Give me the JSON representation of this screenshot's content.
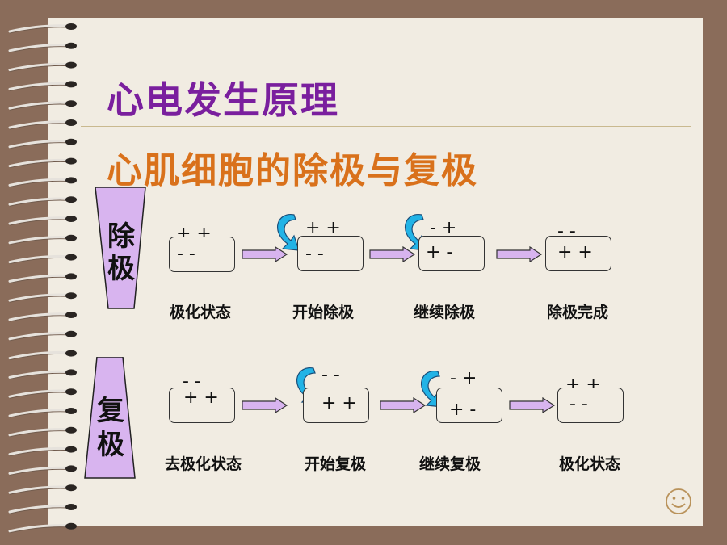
{
  "slide": {
    "title": "心电发生原理",
    "subtitle": "心肌细胞的除极与复极",
    "colors": {
      "title": "#7a1f9e",
      "subtitle": "#d9711b",
      "band_fill": "#d8b4ef",
      "arrow_fill": "#d8b4ef",
      "curve_arrow": "#22b3e6",
      "background": "#f1ece2",
      "frame": "#8a6c5a"
    }
  },
  "depolarization": {
    "label_chars": [
      "除",
      "极"
    ],
    "steps": [
      {
        "top_signs": "+  +",
        "bottom_signs": "-   -",
        "caption": "极化状态"
      },
      {
        "top_signs": "+  +",
        "bottom_signs": "-   -",
        "caption": "开始除极"
      },
      {
        "top_signs": "-  +",
        "bottom_signs": "+  -",
        "caption": "继续除极"
      },
      {
        "top_signs": "-   -",
        "bottom_signs": "+  +",
        "caption": "除极完成"
      }
    ]
  },
  "repolarization": {
    "label_chars": [
      "复",
      "极"
    ],
    "steps": [
      {
        "top_signs": "-   -",
        "bottom_signs": "+  +",
        "caption": "去极化状态"
      },
      {
        "top_signs": "-   -",
        "bottom_signs": "+  +",
        "caption": "开始复极"
      },
      {
        "top_signs": "-  +",
        "bottom_signs": "+  -",
        "caption": "继续复极"
      },
      {
        "top_signs": "+  +",
        "bottom_signs": "-   -",
        "caption": "极化状态"
      }
    ]
  },
  "icons": {
    "binder": "spiral-binding-icon",
    "smiley": "smiley-face-icon",
    "curve": "curved-arrow-icon"
  }
}
